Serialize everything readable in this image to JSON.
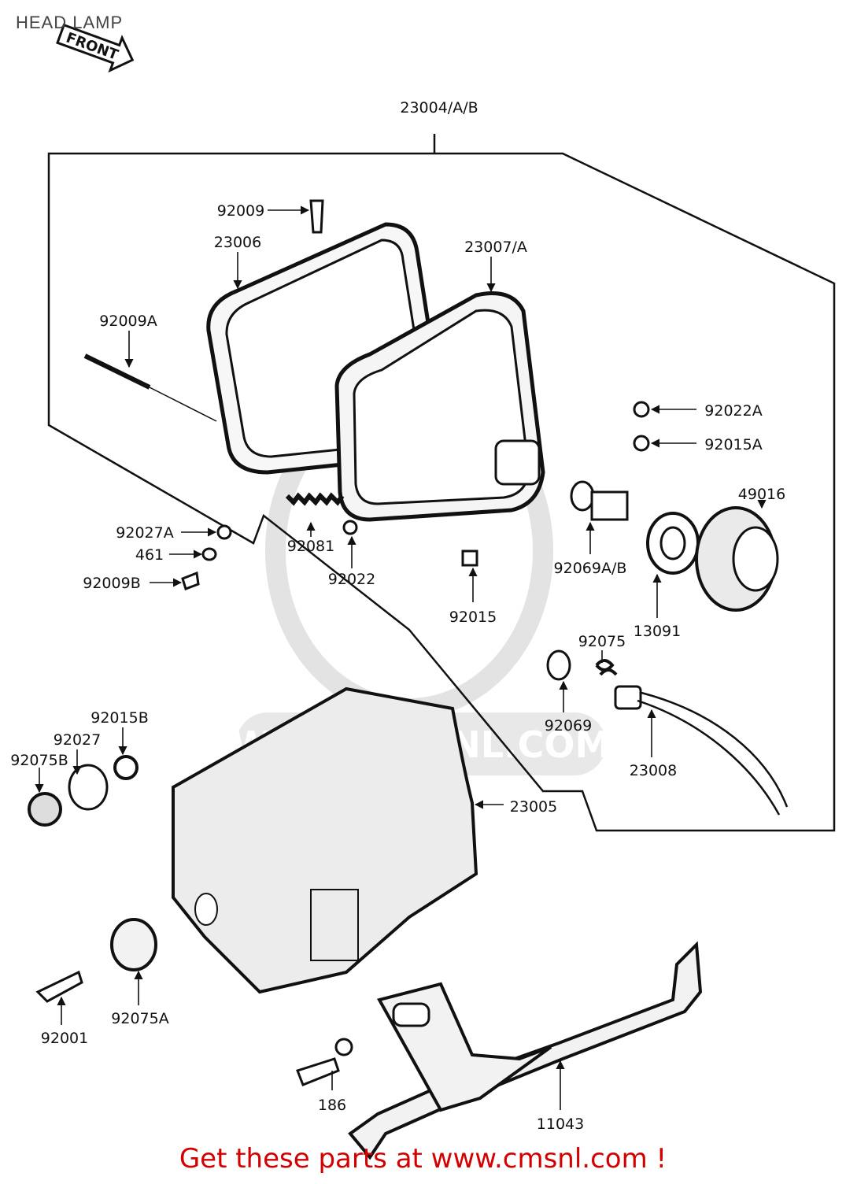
{
  "title": "HEAD LAMP",
  "front_arrow_label": "FRONT",
  "watermark": "WWW.CMSNL.COM",
  "footer": "Get these parts at www.cmsnl.com !",
  "colors": {
    "line": "#111111",
    "part_fill": "#f3f3f3",
    "footer": "#d40000",
    "watermark": "#e2e2e2"
  },
  "callouts": [
    {
      "id": "23004-a-b",
      "label": "23004/A/B"
    },
    {
      "id": "92009",
      "label": "92009"
    },
    {
      "id": "23006",
      "label": "23006"
    },
    {
      "id": "23007-a",
      "label": "23007/A"
    },
    {
      "id": "92009a",
      "label": "92009A"
    },
    {
      "id": "92022a",
      "label": "92022A"
    },
    {
      "id": "92015a",
      "label": "92015A"
    },
    {
      "id": "49016",
      "label": "49016"
    },
    {
      "id": "92027a",
      "label": "92027A"
    },
    {
      "id": "461",
      "label": "461"
    },
    {
      "id": "92009b",
      "label": "92009B"
    },
    {
      "id": "92081",
      "label": "92081"
    },
    {
      "id": "92022",
      "label": "92022"
    },
    {
      "id": "92015",
      "label": "92015"
    },
    {
      "id": "92069a-b",
      "label": "92069A/B"
    },
    {
      "id": "13091",
      "label": "13091"
    },
    {
      "id": "92075",
      "label": "92075"
    },
    {
      "id": "92069",
      "label": "92069"
    },
    {
      "id": "23008",
      "label": "23008"
    },
    {
      "id": "92015b",
      "label": "92015B"
    },
    {
      "id": "92027",
      "label": "92027"
    },
    {
      "id": "92075b",
      "label": "92075B"
    },
    {
      "id": "23005",
      "label": "23005"
    },
    {
      "id": "92001",
      "label": "92001"
    },
    {
      "id": "92075a",
      "label": "92075A"
    },
    {
      "id": "186",
      "label": "186"
    },
    {
      "id": "11043",
      "label": "11043"
    }
  ]
}
